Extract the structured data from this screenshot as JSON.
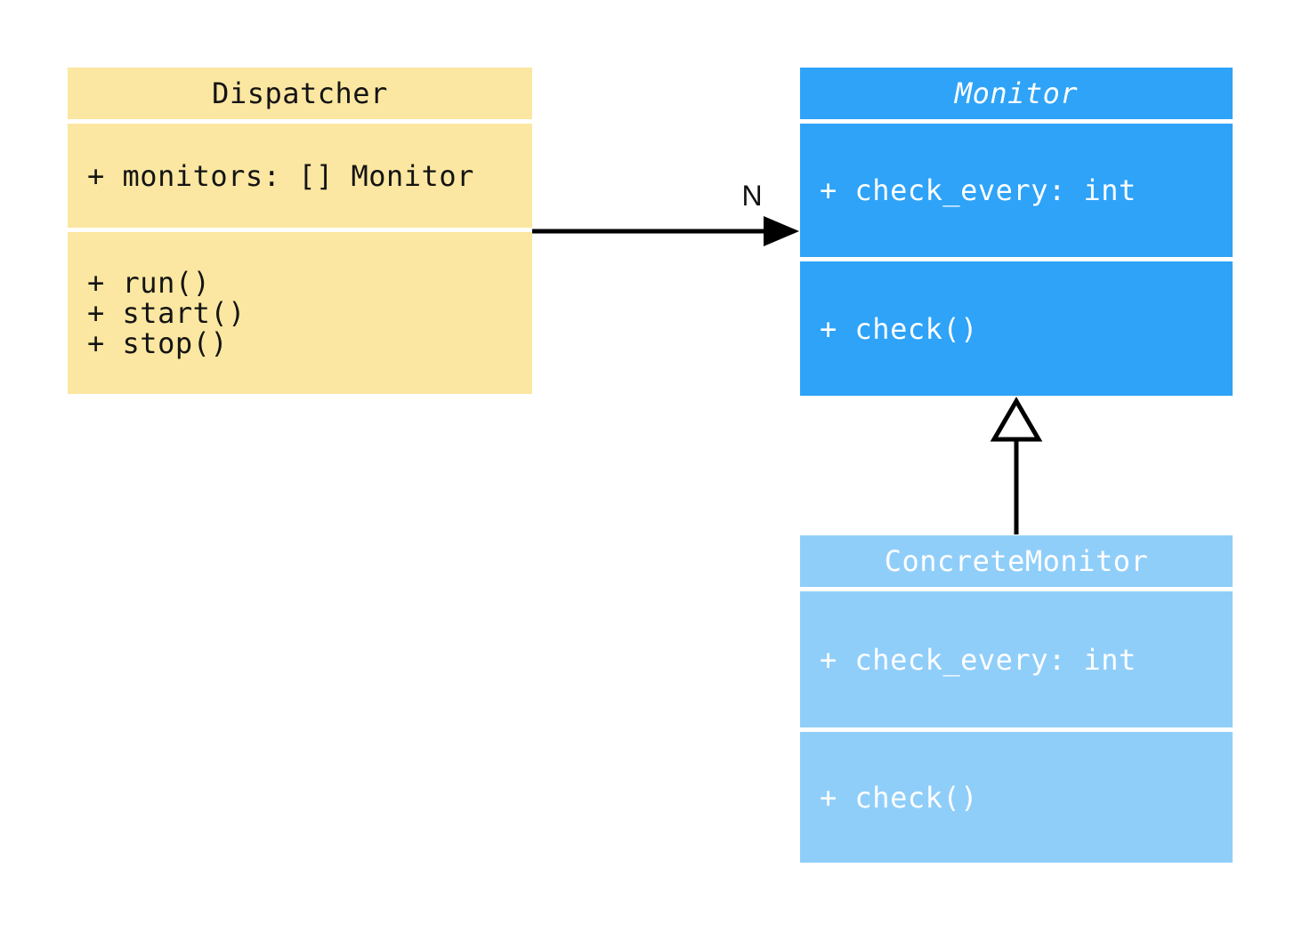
{
  "diagram": {
    "type": "uml-class-diagram",
    "background_color": "#FFFFFF",
    "classes": [
      {
        "name": "Dispatcher",
        "is_abstract": false,
        "fill_color": "#FBE7A1",
        "text_color": "#141414",
        "attributes": [
          "+ monitors: [] Monitor"
        ],
        "methods": [
          "+ run()",
          "+ start()",
          "+ stop()"
        ]
      },
      {
        "name": "Monitor",
        "is_abstract": true,
        "fill_color": "#2EA3F8",
        "text_color": "#FFFFFF",
        "attributes": [
          "+ check_every: int"
        ],
        "methods": [
          "+ check()"
        ]
      },
      {
        "name": "ConcreteMonitor",
        "is_abstract": false,
        "fill_color": "#90CEFA",
        "text_color": "#FFFFFF",
        "attributes": [
          "+ check_every: int"
        ],
        "methods": [
          "+ check()"
        ]
      }
    ],
    "relationships": [
      {
        "type": "association",
        "from": "Dispatcher",
        "to": "Monitor",
        "label": "N",
        "line_color": "#000000"
      },
      {
        "type": "inheritance",
        "from": "ConcreteMonitor",
        "to": "Monitor",
        "label": "",
        "line_color": "#000000"
      }
    ]
  }
}
